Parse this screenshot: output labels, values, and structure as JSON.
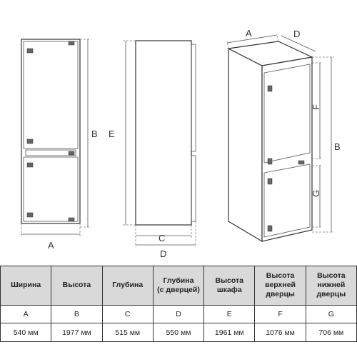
{
  "diagram": {
    "labels": {
      "a_front": "A",
      "b_front": "B",
      "e_side": "E",
      "c_side": "C",
      "d_side": "D",
      "a_iso": "A",
      "d_iso": "D",
      "f_iso": "F",
      "b_iso": "B",
      "g_iso": "G"
    }
  },
  "table": {
    "headers": [
      {
        "line1": "Ширина",
        "line2": ""
      },
      {
        "line1": "Высота",
        "line2": ""
      },
      {
        "line1": "Глубина",
        "line2": ""
      },
      {
        "line1": "Глубина",
        "line2": "(с дверцей)"
      },
      {
        "line1": "Высота",
        "line2": "шкафа"
      },
      {
        "line1": "Высота",
        "line2": "верхней дверцы"
      },
      {
        "line1": "Высота",
        "line2": "нижней дверцы"
      }
    ],
    "letters": [
      "A",
      "B",
      "C",
      "D",
      "E",
      "F",
      "G"
    ],
    "values": [
      "540 мм",
      "1977 мм",
      "515 мм",
      "550 мм",
      "1961 мм",
      "1076 мм",
      "706 мм"
    ]
  }
}
